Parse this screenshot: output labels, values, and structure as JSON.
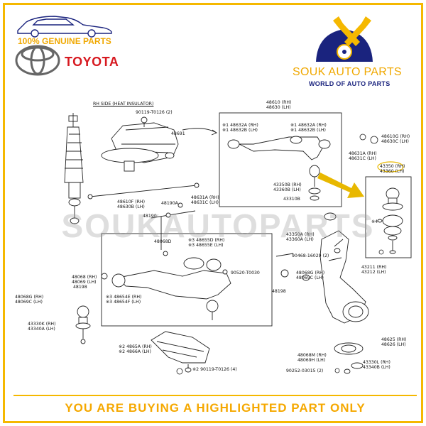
{
  "header": {
    "tagline": "100% GENUINE PARTS",
    "brand": "TOYOTA",
    "shop_name": "SOUK AUTO PARTS",
    "shop_sub": "WORLD OF AUTO PARTS"
  },
  "watermark": "SOUKAUTOPARTS",
  "footer": "YOU ARE BUYING A HIGHLIGHTED PART ONLY",
  "colors": {
    "accent": "#f5b800",
    "brand_red": "#d71920",
    "navy": "#1a237e",
    "highlight": "#e8b800"
  },
  "diagram": {
    "note_rh_side": "RH SIDE (HEAT INSULATOR)",
    "labels": {
      "l01": "90119-T0126 (2)",
      "l02": "48691",
      "l03": "48610 (RH)\n48630 (LH)",
      "l04": "※1 48632A (RH)\n※1 48632B (LH)",
      "l05": "※1 48632A (RH)\n※1 48632B (LH)",
      "l06": "48610G (RH)\n48630C (LH)",
      "l07": "48631A (RH)\n48631C (LH)",
      "l08": "43350 (RH)\n43360 (LH)",
      "l09": "43350B (RH)\n43360B (LH)",
      "l10": "43310B",
      "l11": "48610F (RH)\n48630B (LH)",
      "l12": "48190A",
      "l13": "48631A (RH)\n48631C (LH)",
      "l14": "48190",
      "l15": "43350A (RH)\n43360A (LH)",
      "l16": "90468-16029 (2)",
      "l17": "※4",
      "l18": "48068D",
      "l19": "※3 48655D (RH)\n※3 48655E (LH)",
      "l20": "48068 (RH)\n48069 (LH)",
      "l21": "90520-T0030",
      "l22": "48068G (RH)\n48069C (LH)",
      "l23": "48198",
      "l24": "43211 (RH)\n43212 (LH)",
      "l25": "48068G (RH)\n48069C (LH)",
      "l26": "48198",
      "l27": "※3 48654E (RH)\n※3 48654F (LH)",
      "l28": "43330K (RH)\n43340A (LH)",
      "l29": "※2 4865A (RH)\n※2 4866A (LH)",
      "l30": "48625 (RH)\n48626 (LH)",
      "l31": "48068M (RH)\n48069H (LH)",
      "l32": "43330L (RH)\n43340B (LH)",
      "l33": "※2 90119-T0126 (4)",
      "l34": "90252-03015 (2)"
    }
  }
}
